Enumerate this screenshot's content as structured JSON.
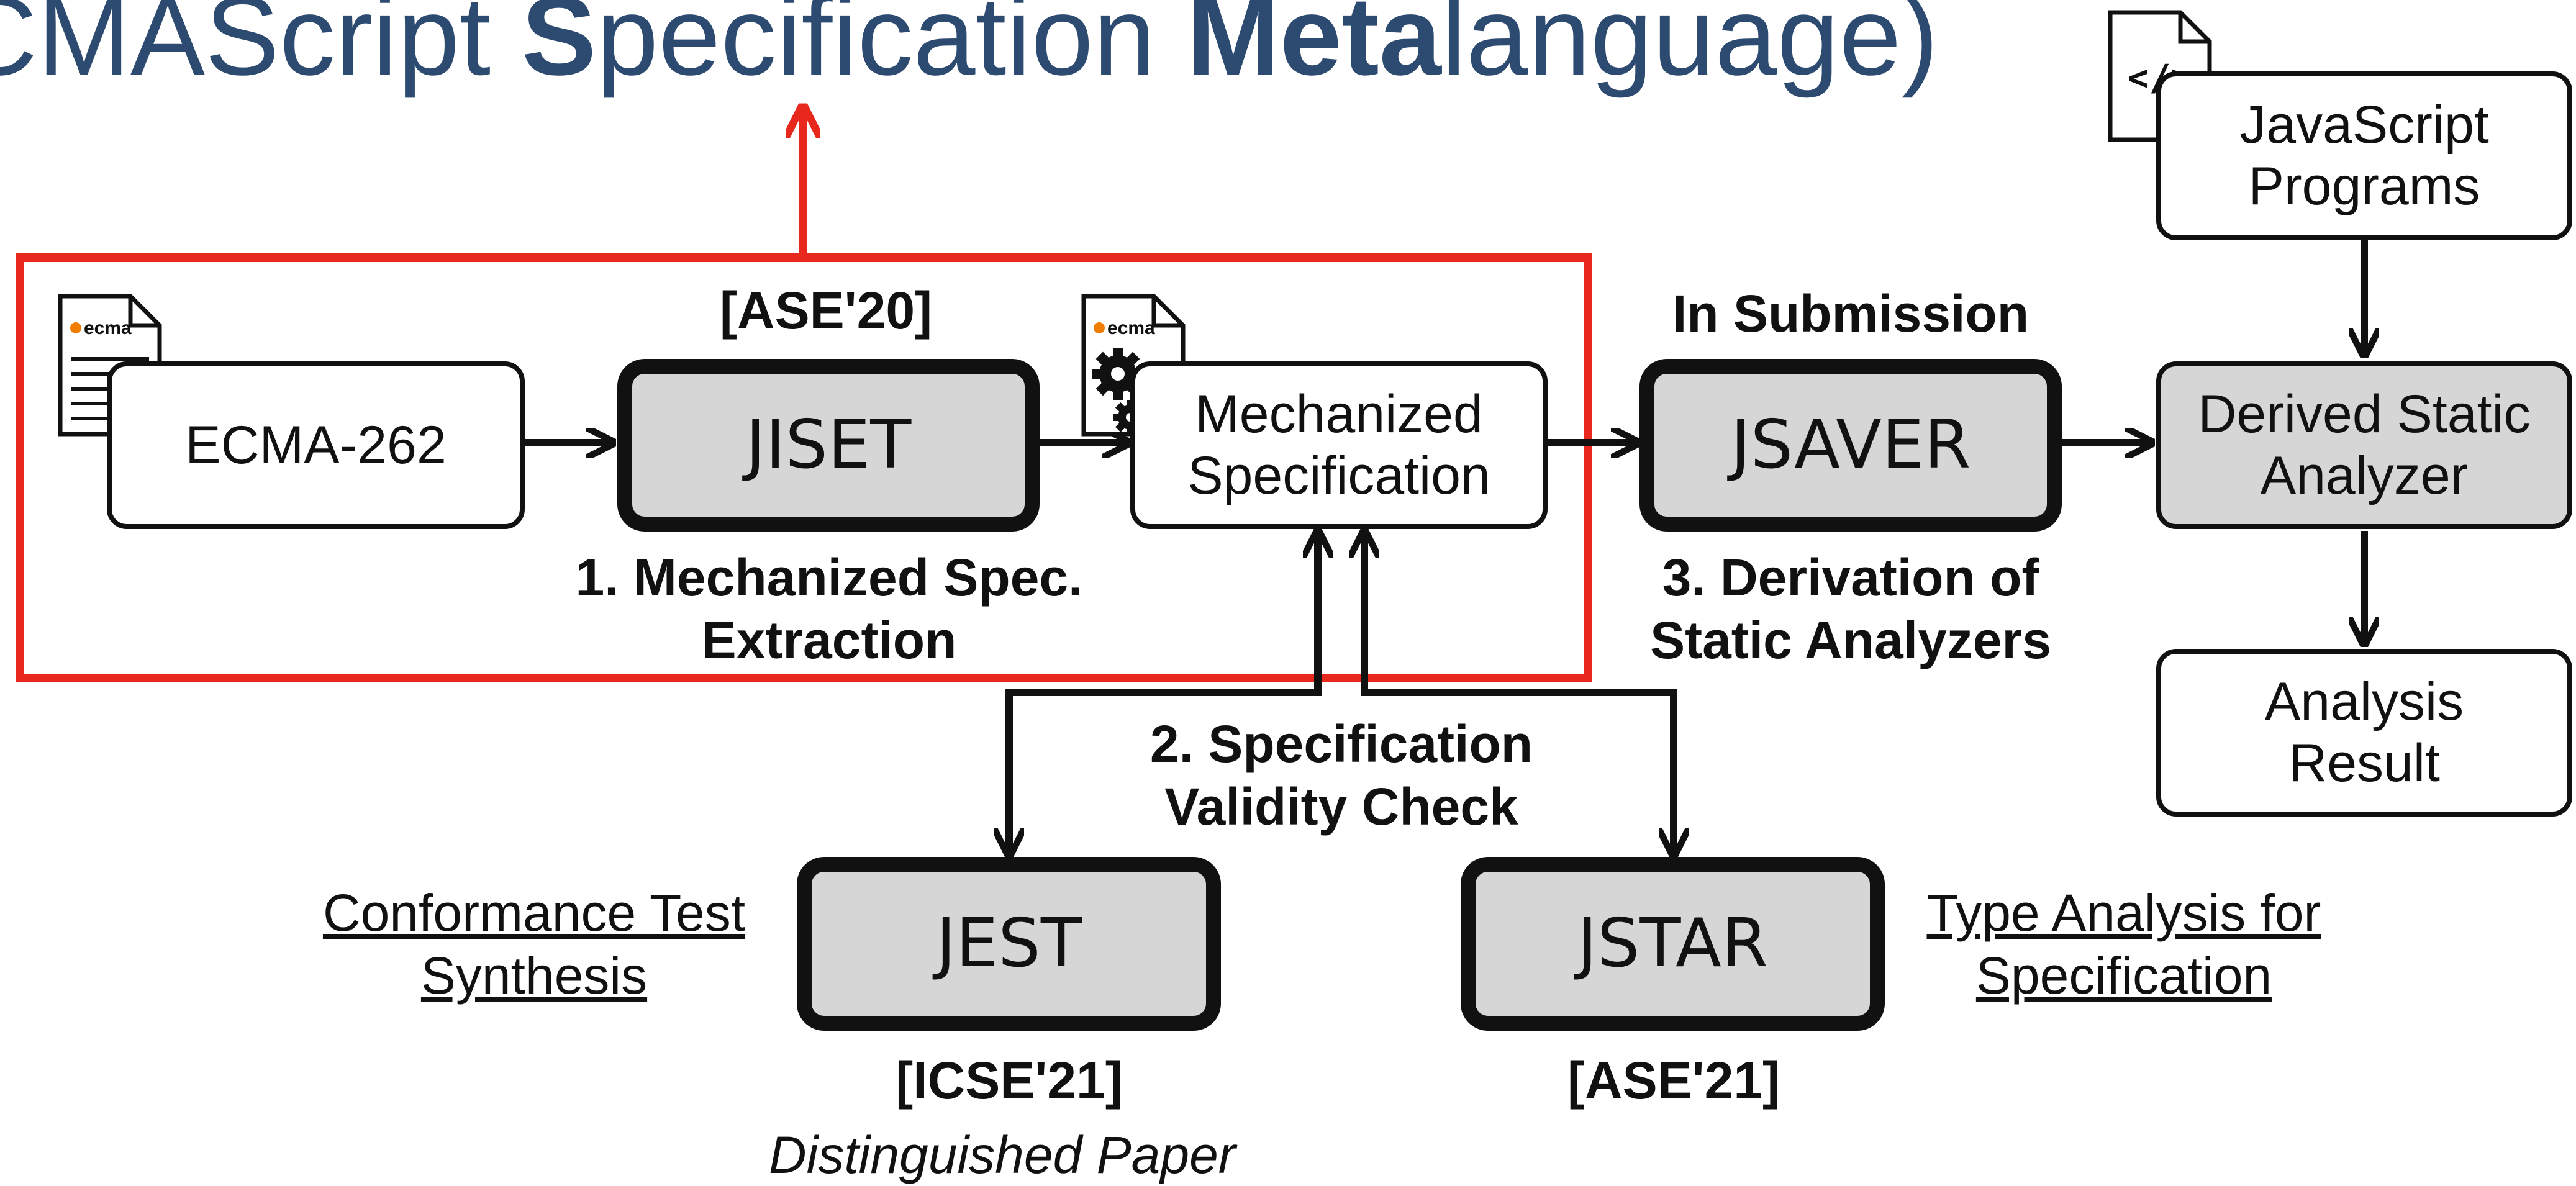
{
  "title": {
    "part1": "CMAScript ",
    "bold1": "S",
    "part2": "pecification ",
    "bold2": "Meta",
    "part3": "language)"
  },
  "boxes": {
    "ecma262": "ECMA-262",
    "jiset": "JISET",
    "mech_spec_line1": "Mechanized",
    "mech_spec_line2": "Specification",
    "jsaver": "JSAVER",
    "js_programs_line1": "JavaScript",
    "js_programs_line2": "Programs",
    "derived_line1": "Derived Static",
    "derived_line2": "Analyzer",
    "result_line1": "Analysis",
    "result_line2": "Result",
    "jest": "JEST",
    "jstar": "JSTAR"
  },
  "labels": {
    "ase20": "[ASE'20]",
    "in_submission": "In Submission",
    "step1_line1": "1. Mechanized Spec.",
    "step1_line2": "Extraction",
    "step2_line1": "2. Specification",
    "step2_line2": "Validity Check",
    "step3_line1": "3. Derivation of",
    "step3_line2": "Static Analyzers",
    "icse21": "[ICSE'21]",
    "ase21": "[ASE'21]",
    "distinguished": "Distinguished Paper"
  },
  "notes": {
    "jest_line1": "Conformance Test",
    "jest_line2": "Synthesis",
    "jstar_line1": "Type Analysis for",
    "jstar_line2": "Specification"
  },
  "icons": {
    "ecma_doc": "ecma",
    "code_doc": "</>",
    "gears": "gears-icon"
  },
  "colors": {
    "title": "#2d4a70",
    "highlight_frame": "#e8281c",
    "tool_fill": "#d6d6d6",
    "stroke": "#111111",
    "ecma_orange": "#f07c00"
  }
}
